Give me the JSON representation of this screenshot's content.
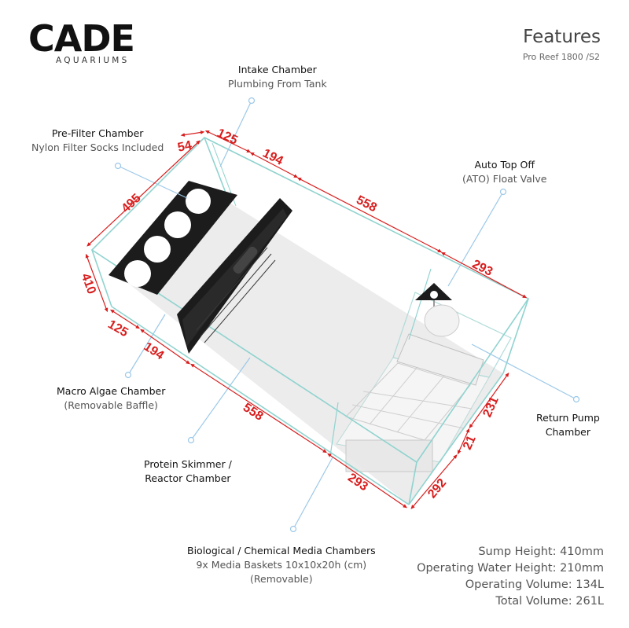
{
  "brand": {
    "name": "CADE",
    "tagline": "AQUARIUMS"
  },
  "header": {
    "title": "Features",
    "subtitle": "Pro Reef 1800 /S2"
  },
  "callouts": {
    "intake": {
      "title": "Intake Chamber",
      "sub": "Plumbing From Tank"
    },
    "prefilter": {
      "title": "Pre-Filter Chamber",
      "sub": "Nylon Filter Socks Included"
    },
    "ato": {
      "title": "Auto Top Off",
      "sub": "(ATO) Float Valve"
    },
    "macro": {
      "title": "Macro Algae Chamber",
      "sub": "(Removable Baffle)"
    },
    "return": {
      "line1": "Return Pump",
      "line2": "Chamber"
    },
    "skimmer": {
      "line1": "Protein Skimmer /",
      "line2": "Reactor Chamber"
    },
    "media": {
      "title": "Biological / Chemical Media Chambers",
      "sub": "9x Media Baskets 10x10x20h (cm)",
      "sub2": "(Removable)"
    }
  },
  "dimensions": {
    "top_54": "54",
    "top_125": "125",
    "top_194": "194",
    "top_558": "558",
    "top_293": "293",
    "left_495": "495",
    "left_410": "410",
    "bottom_125": "125",
    "bottom_194": "194",
    "bottom_558": "558",
    "bottom_293": "293",
    "right_231": "231",
    "right_21": "21",
    "right_292": "292"
  },
  "specs": [
    "Sump Height: 410mm",
    "Operating Water Height: 210mm",
    "Operating Volume: 134L",
    "Total Volume: 261L"
  ],
  "colors": {
    "dimension": "#d81e1e",
    "callout_line": "#9cc8e8",
    "glass_edge": "#8fd3cf",
    "baffle": "#1c1c1c",
    "floor": "#ececec"
  }
}
